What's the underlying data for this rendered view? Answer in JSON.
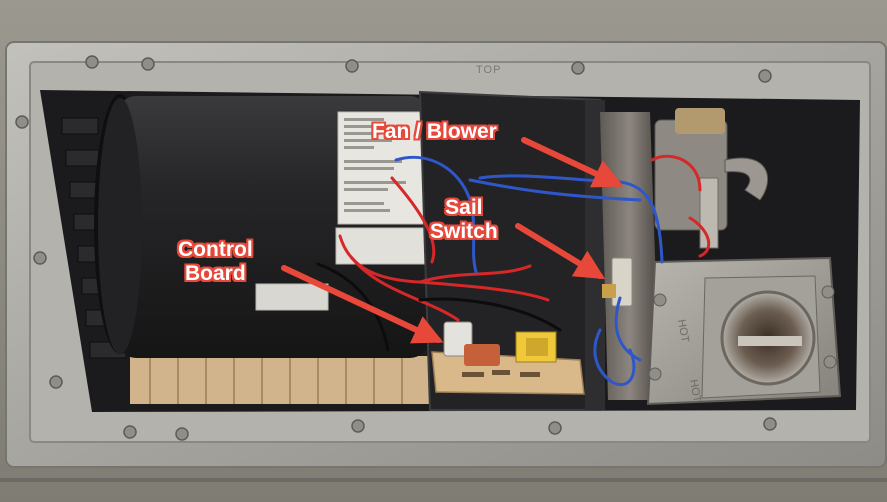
{
  "labels": {
    "fan_blower": "Fan / Blower",
    "sail_line1": "Sail",
    "sail_line2": "Switch",
    "control_line1": "Control",
    "control_line2": "Board"
  },
  "stamps": {
    "top": "TOP",
    "hot": "HOT"
  },
  "colors": {
    "annotation": "#e8483a",
    "annotation_text": "#ffffff",
    "siding": "#8d8a83",
    "frame": "#a9a8a4",
    "cavity": "#1b1b1d",
    "blower_drum": "#2a2a2c",
    "wire_red": "#d62828",
    "wire_blue": "#2f57c9",
    "circuit_board": "#d9b98a"
  }
}
